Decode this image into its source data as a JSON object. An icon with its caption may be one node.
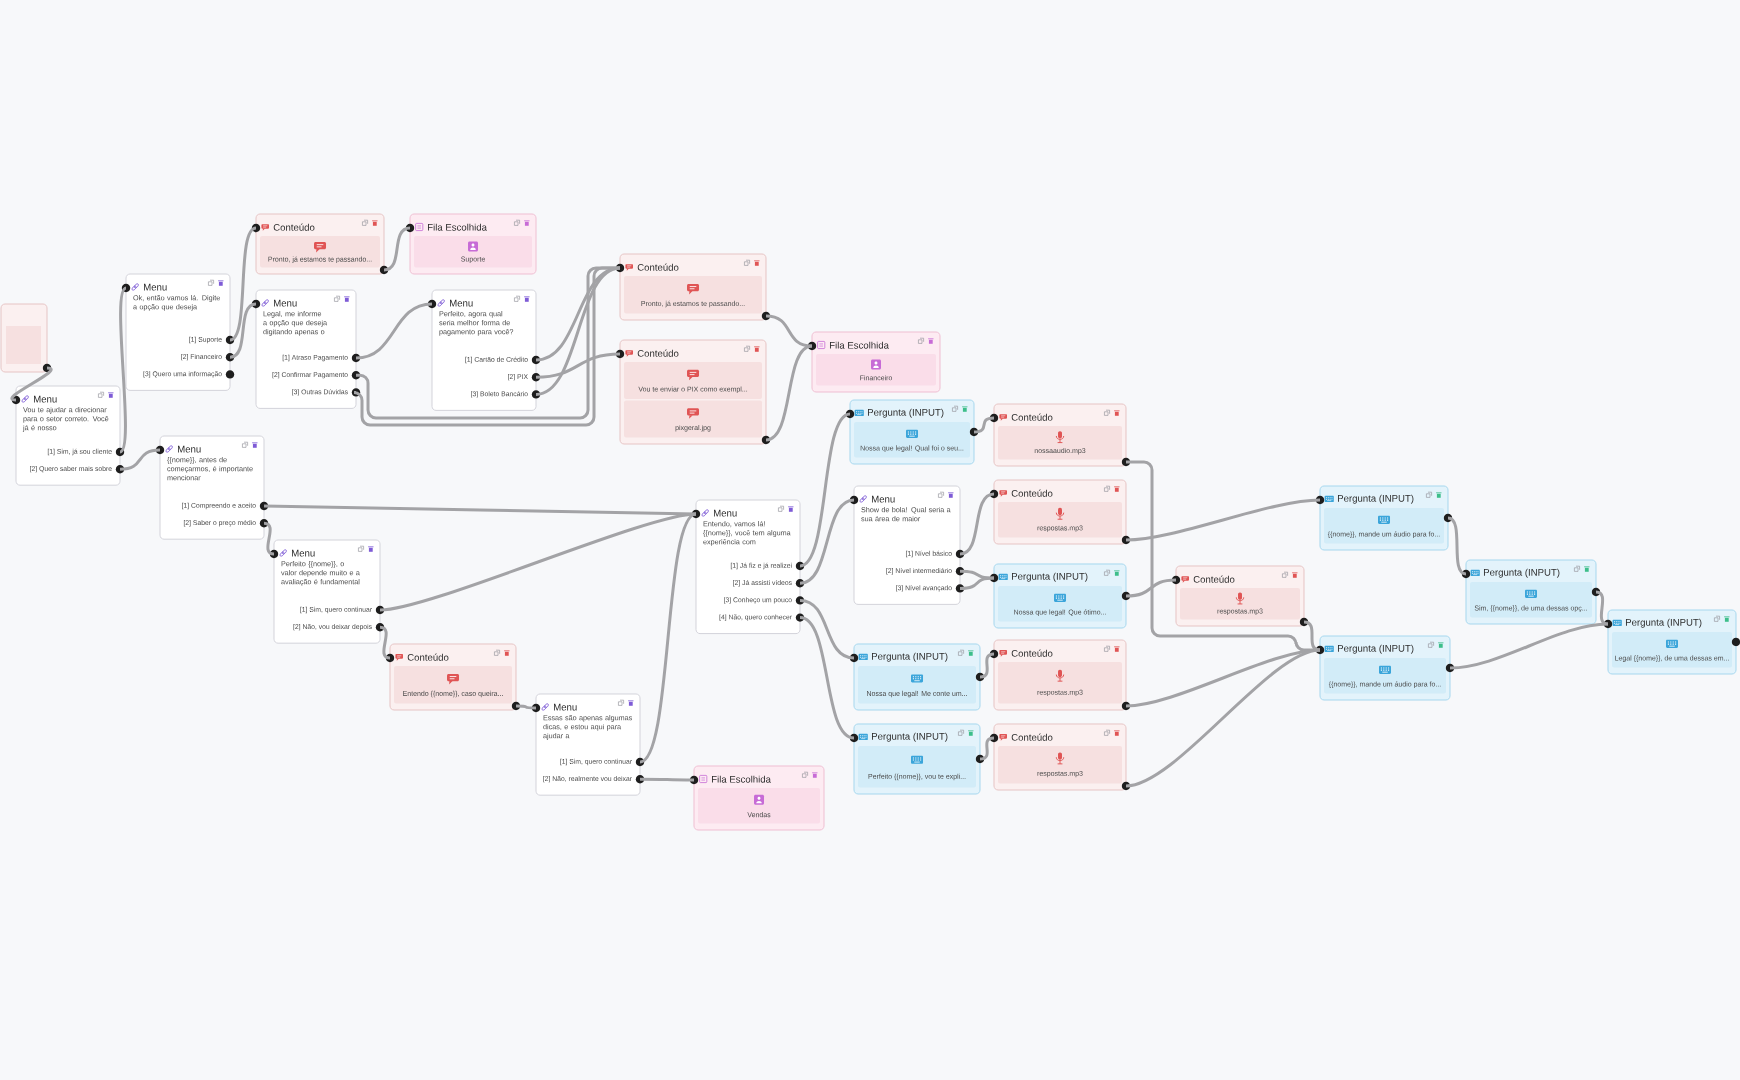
{
  "diagram": {
    "nodes": [
      {
        "text": [],
        "shape": "box"
      },
      {
        "text": [
          "Menu",
          "Vou te ajudar a direcionar para o setor correto. Você já é nosso",
          "[1] Sim, já sou cliente",
          "[2] Quero saber mais sobre"
        ]
      },
      {
        "text": [
          "Menu",
          "Ok, então vamos lá. Digite a opção que deseja",
          "[1] Suporte",
          "[2] Financeiro",
          "[3] Quero uma informação"
        ]
      },
      {
        "text": [
          "Conteúdo",
          "Pronto, já estamos te passando..."
        ]
      },
      {
        "text": [
          "Fila Escolhida",
          "Suporte"
        ]
      },
      {
        "text": [
          "Menu",
          "Legal, me informe a opção que deseja digitando apenas o",
          "[1] Atraso Pagamento",
          "[2] Confirmar Pagamento",
          "[3] Outras Dúvidas"
        ]
      },
      {
        "text": [
          "Menu",
          "Perfeito, agora qual seria melhor forma de pagamento para você?",
          "[1] Cartão de Crédito",
          "[2] PIX",
          "[3] Boleto Bancário"
        ]
      },
      {
        "text": [
          "Conteúdo",
          "Pronto, já estamos te passando..."
        ]
      },
      {
        "text": [
          "Conteúdo",
          "Vou te enviar o PIX como exempl...",
          "pixgeral.jpg"
        ]
      },
      {
        "text": [
          "Fila Escolhida",
          "Financeiro"
        ]
      },
      {
        "text": [
          "Menu",
          "{{nome}}, antes de começarmos, é importante mencionar",
          "[1] Compreendo e aceito",
          "[2] Saber o preço médio"
        ]
      },
      {
        "text": [
          "Menu",
          "Perfeito {{nome}}, o valor depende muito e a avaliação é fundamental",
          "[1] Sim, quero continuar",
          "[2] Não, vou deixar depois"
        ]
      },
      {
        "text": [
          "Conteúdo",
          "Entendo {{nome}}, caso queira..."
        ]
      },
      {
        "text": [
          "Menu",
          "Essas são apenas algumas dicas, e estou aqui para ajudar a",
          "[1] Sim, quero continuar",
          "[2] Não, realmente vou deixar"
        ]
      },
      {
        "text": [
          "Fila Escolhida",
          "Vendas"
        ]
      },
      {
        "text": [
          "Menu",
          "Entendo, vamos lá! {{nome}}, você tem alguma experiência com",
          "[1] Já fiz e já realizei",
          "[2] Já assisti vídeos",
          "[3] Conheço um pouco",
          "[4] Não, quero conhecer"
        ]
      },
      {
        "text": [
          "Pergunta (INPUT)",
          "Nossa que legal! Qual foi o seu..."
        ]
      },
      {
        "text": [
          "Conteúdo",
          "nossaaudio.mp3"
        ]
      },
      {
        "text": [
          "Menu",
          "Show de bola! Qual seria a sua área de maior",
          "[1] Nível básico",
          "[2] Nível intermediário",
          "[3] Nível avançado"
        ]
      },
      {
        "text": [
          "Conteúdo",
          "respostas.mp3"
        ]
      },
      {
        "text": [
          "Pergunta (INPUT)",
          "Nossa que legal! Que ótimo..."
        ]
      },
      {
        "text": [
          "Conteúdo",
          "respostas.mp3"
        ]
      },
      {
        "text": [
          "Pergunta (INPUT)",
          "Nossa que legal! Me conte um..."
        ]
      },
      {
        "text": [
          "Conteúdo",
          "respostas.mp3"
        ]
      },
      {
        "text": [
          "Pergunta (INPUT)",
          "Perfeito {{nome}}, vou te expli..."
        ]
      },
      {
        "text": [
          "Conteúdo",
          "respostas.mp3"
        ]
      },
      {
        "text": [
          "Pergunta (INPUT)",
          "{{nome}}, mande um áudio para fo..."
        ]
      },
      {
        "text": [
          "Pergunta (INPUT)",
          "{{nome}}, mande um áudio para fo..."
        ]
      },
      {
        "text": [
          "Pergunta (INPUT)",
          "Sim, {{nome}}, de uma dessas opç..."
        ]
      },
      {
        "text": [
          "Pergunta (INPUT)",
          "Legal {{nome}}, de uma dessas em..."
        ]
      }
    ],
    "edges": [
      {
        "from": 0,
        "to": 1,
        "arrow": "none"
      },
      {
        "from": 1,
        "to": 2,
        "arrow": "none"
      },
      {
        "from": 1,
        "to": 10,
        "arrow": "none"
      },
      {
        "from": 2,
        "to": 3,
        "arrow": "none"
      },
      {
        "from": 2,
        "to": 5,
        "arrow": "none"
      },
      {
        "from": 3,
        "to": 4,
        "arrow": "none"
      },
      {
        "from": 5,
        "to": 6,
        "arrow": "none"
      },
      {
        "from": 5,
        "to": 7,
        "arrow": "none"
      },
      {
        "from": 5,
        "to": 7,
        "arrow": "none"
      },
      {
        "from": 6,
        "to": 7,
        "arrow": "none"
      },
      {
        "from": 6,
        "to": 8,
        "arrow": "none"
      },
      {
        "from": 6,
        "to": 7,
        "arrow": "none"
      },
      {
        "from": 7,
        "to": 9,
        "arrow": "none"
      },
      {
        "from": 8,
        "to": 9,
        "arrow": "none"
      },
      {
        "from": 10,
        "to": 15,
        "arrow": "none"
      },
      {
        "from": 10,
        "to": 11,
        "arrow": "none"
      },
      {
        "from": 11,
        "to": 15,
        "arrow": "none"
      },
      {
        "from": 11,
        "to": 12,
        "arrow": "none"
      },
      {
        "from": 12,
        "to": 13,
        "arrow": "none"
      },
      {
        "from": 13,
        "to": 15,
        "arrow": "none"
      },
      {
        "from": 13,
        "to": 14,
        "arrow": "none"
      },
      {
        "from": 15,
        "to": 16,
        "arrow": "none"
      },
      {
        "from": 15,
        "to": 18,
        "arrow": "none"
      },
      {
        "from": 15,
        "to": 22,
        "arrow": "none"
      },
      {
        "from": 15,
        "to": 24,
        "arrow": "none"
      },
      {
        "from": 16,
        "to": 17,
        "arrow": "none"
      },
      {
        "from": 18,
        "to": 19,
        "arrow": "none"
      },
      {
        "from": 18,
        "to": 20,
        "arrow": "none"
      },
      {
        "from": 18,
        "to": 20,
        "arrow": "none"
      },
      {
        "from": 17,
        "to": 27,
        "arrow": "none"
      },
      {
        "from": 19,
        "to": 26,
        "arrow": "none"
      },
      {
        "from": 20,
        "to": 21,
        "arrow": "none"
      },
      {
        "from": 21,
        "to": 27,
        "arrow": "none"
      },
      {
        "from": 22,
        "to": 23,
        "arrow": "none"
      },
      {
        "from": 24,
        "to": 25,
        "arrow": "none"
      },
      {
        "from": 23,
        "to": 27,
        "arrow": "none"
      },
      {
        "from": 25,
        "to": 27,
        "arrow": "none"
      },
      {
        "from": 26,
        "to": 28,
        "arrow": "none"
      },
      {
        "from": 27,
        "to": 29,
        "arrow": "none"
      },
      {
        "from": 28,
        "to": 29,
        "arrow": "none"
      }
    ]
  }
}
